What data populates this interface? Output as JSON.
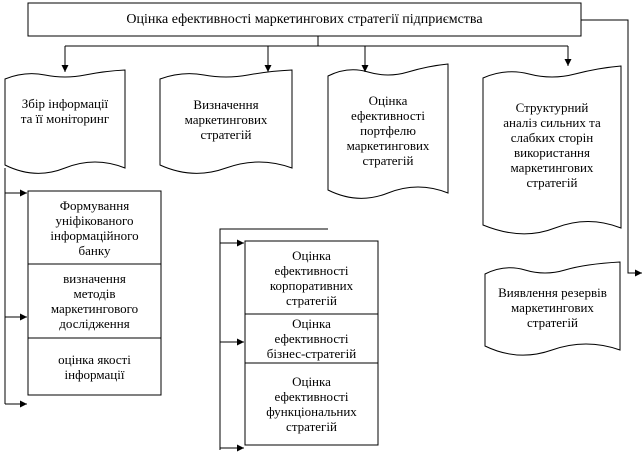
{
  "diagram": {
    "title": "Оцінка ефективності маркетингових стратегії підприємства",
    "nodes": {
      "info_collection": "Збір інформації\nта її моніторинг",
      "strategy_definition": "Визначення\nмаркетингових\nстратегій",
      "portfolio_evaluation": "Оцінка\nефективності\nпортфелю\nмаркетингових\nстратегій",
      "swot_analysis": "Структурний\nаналіз сильних та\nслабких сторін\nвикористання\nмаркетингових\nстратегій",
      "reserves": "Виявлення резервів\nмаркетингових\nстратегій"
    },
    "info_subitems": [
      "Формування\nуніфікованого\nінформаційного\nбанку",
      "визначення\nметодів\nмаркетингового\nдослідження",
      "оцінка якості\nінформації"
    ],
    "portfolio_subitems": [
      "Оцінка\nефективності\nкорпоративних\nстратегій",
      "Оцінка\nефективності\nбізнес-стратегій",
      "Оцінка\nефективності\nфункціональних\nстратегій"
    ]
  }
}
